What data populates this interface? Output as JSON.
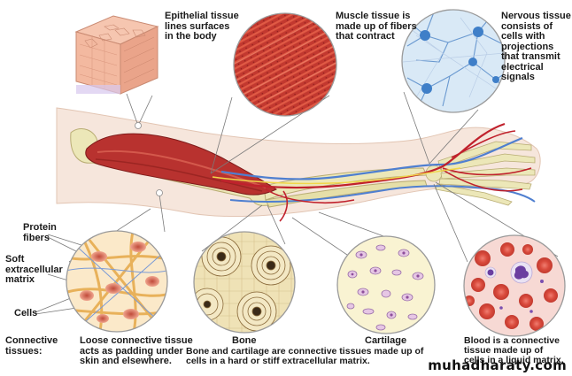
{
  "labels": {
    "epithelial": "Epithelial tissue\nlines surfaces\nin the body",
    "muscle": "Muscle tissue is\nmade up of fibers\nthat contract",
    "nervous": "Nervous tissue\nconsists of\ncells with\nprojections\nthat transmit\nelectrical\nsignals",
    "protein_fibers": "Protein\nfibers",
    "soft_matrix": "Soft\nextracellular\nmatrix",
    "cells": "Cells",
    "connective_tissues": "Connective\ntissues:",
    "loose_connective": "Loose connective tissue\nacts as padding under\nskin and elsewhere.",
    "bone": "Bone",
    "cartilage": "Cartilage",
    "bone_cartilage_caption": "Bone and cartilage are connective tissues made up of\ncells in a hard or stiff extracellular matrix.",
    "blood": "Blood is a connective\ntissue made up of\ncells in a liquid matrix."
  },
  "watermark": "muhadharaty.com",
  "colors": {
    "muscle": "#b8322f",
    "skin": "#f6e6dc",
    "bone": "#ece7b8",
    "artery": "#c0212c",
    "vein": "#4f7fd0",
    "nerve": "#f1d64a",
    "epithelium": "#f3b9a0",
    "nervous_bg": "#d9e9f6",
    "blood_bg": "#f7d9d4",
    "cartilage_bg": "#f9f3d2"
  }
}
